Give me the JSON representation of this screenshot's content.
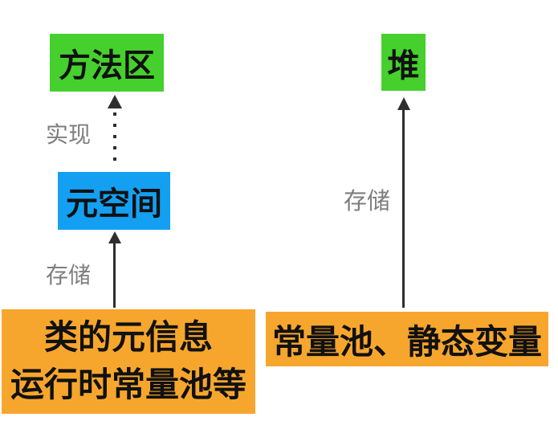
{
  "colors": {
    "green": "#46d02d",
    "blue": "#14a0f2",
    "orange": "#f7a62d",
    "node_text": "#111111",
    "label_gray": "#7e7e7e",
    "arrow": "#2e2e2e",
    "background": "#ffffff"
  },
  "nodes": {
    "method_area": {
      "label": "方法区"
    },
    "heap": {
      "label": "堆"
    },
    "metaspace": {
      "label": "元空间"
    },
    "class_meta": {
      "line1": "类的元信息",
      "line2": "运行时常量池等"
    },
    "constant_pool": {
      "label": "常量池、静态变量"
    }
  },
  "edges": {
    "implement": {
      "label": "实现",
      "style": "dotted",
      "from": "metaspace",
      "to": "method_area"
    },
    "store_left": {
      "label": "存储",
      "style": "solid",
      "from": "class_meta",
      "to": "metaspace"
    },
    "store_right": {
      "label": "存储",
      "style": "solid",
      "from": "constant_pool",
      "to": "heap"
    }
  }
}
